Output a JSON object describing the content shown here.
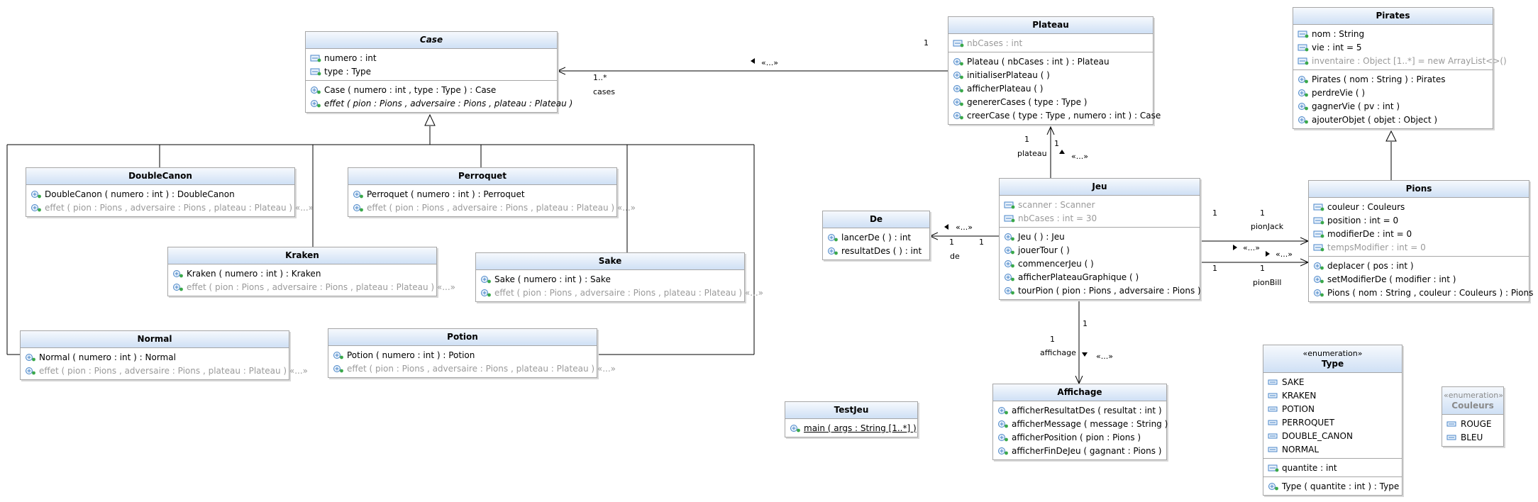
{
  "classes": {
    "case": {
      "name": "Case",
      "attrs": [
        {
          "text": "numero : int"
        },
        {
          "text": "type : Type"
        }
      ],
      "ops": [
        {
          "text": "Case ( numero : int , type : Type ) :  Case"
        },
        {
          "text": "effet ( pion : Pions , adversaire : Pions , plateau : Plateau )",
          "italic": true
        }
      ]
    },
    "plateau": {
      "name": "Plateau",
      "attrs": [
        {
          "text": "nbCases : int",
          "gray": true
        }
      ],
      "ops": [
        {
          "text": "Plateau ( nbCases : int ) :  Plateau"
        },
        {
          "text": "initialiserPlateau ( )"
        },
        {
          "text": "afficherPlateau ( )"
        },
        {
          "text": "genererCases ( type : Type )"
        },
        {
          "text": "creerCase ( type : Type , numero : int ) :  Case"
        }
      ]
    },
    "pirates": {
      "name": "Pirates",
      "attrs": [
        {
          "text": "nom : String"
        },
        {
          "text": "vie : int = 5"
        },
        {
          "text": "inventaire : Object [1..*] = new ArrayList<>()",
          "gray": true
        }
      ],
      "ops": [
        {
          "text": "Pirates ( nom : String ) :  Pirates"
        },
        {
          "text": "perdreVie ( )"
        },
        {
          "text": "gagnerVie ( pv : int )"
        },
        {
          "text": "ajouterObjet ( objet : Object )"
        }
      ]
    },
    "doublecanon": {
      "name": "DoubleCanon",
      "ops": [
        {
          "text": "DoubleCanon ( numero : int ) :  DoubleCanon"
        },
        {
          "text": "effet ( pion : Pions , adversaire : Pions , plateau : Plateau )  «...»",
          "gray": true
        }
      ]
    },
    "perroquet": {
      "name": "Perroquet",
      "ops": [
        {
          "text": "Perroquet ( numero : int ) :  Perroquet"
        },
        {
          "text": "effet ( pion : Pions , adversaire : Pions , plateau : Plateau )  «...»",
          "gray": true
        }
      ]
    },
    "kraken": {
      "name": "Kraken",
      "ops": [
        {
          "text": "Kraken ( numero : int ) :  Kraken"
        },
        {
          "text": "effet ( pion : Pions , adversaire : Pions , plateau : Plateau )  «...»",
          "gray": true
        }
      ]
    },
    "sake": {
      "name": "Sake",
      "ops": [
        {
          "text": "Sake ( numero : int ) :  Sake"
        },
        {
          "text": "effet ( pion : Pions , adversaire : Pions , plateau : Plateau )  «...»",
          "gray": true
        }
      ]
    },
    "normal": {
      "name": "Normal",
      "ops": [
        {
          "text": "Normal ( numero : int ) :  Normal"
        },
        {
          "text": "effet ( pion : Pions , adversaire : Pions , plateau : Plateau )  «...»",
          "gray": true
        }
      ]
    },
    "potion": {
      "name": "Potion",
      "ops": [
        {
          "text": "Potion ( numero : int ) :  Potion"
        },
        {
          "text": "effet ( pion : Pions , adversaire : Pions , plateau : Plateau )  «...»",
          "gray": true
        }
      ]
    },
    "de": {
      "name": "De",
      "ops": [
        {
          "text": "lancerDe ( ) :  int"
        },
        {
          "text": "resultatDes ( ) :  int"
        }
      ]
    },
    "jeu": {
      "name": "Jeu",
      "attrs": [
        {
          "text": "scanner : Scanner",
          "gray": true
        },
        {
          "text": "nbCases : int = 30",
          "gray": true
        }
      ],
      "ops": [
        {
          "text": "Jeu ( ) :  Jeu"
        },
        {
          "text": "jouerTour ( )"
        },
        {
          "text": "commencerJeu ( )"
        },
        {
          "text": "afficherPlateauGraphique ( )"
        },
        {
          "text": "tourPion ( pion : Pions , adversaire : Pions )"
        }
      ]
    },
    "pions": {
      "name": "Pions",
      "attrs": [
        {
          "text": "couleur : Couleurs"
        },
        {
          "text": "position : int = 0"
        },
        {
          "text": "modifierDe : int = 0"
        },
        {
          "text": "tempsModifier : int = 0",
          "gray": true
        }
      ],
      "ops": [
        {
          "text": "deplacer ( pos : int )"
        },
        {
          "text": "setModifierDe ( modifier : int )"
        },
        {
          "text": "Pions ( nom : String , couleur : Couleurs ) :  Pions"
        }
      ]
    },
    "affichage": {
      "name": "Affichage",
      "ops": [
        {
          "text": "afficherResultatDes ( resultat : int )"
        },
        {
          "text": "afficherMessage ( message : String )"
        },
        {
          "text": "afficherPosition ( pion : Pions )"
        },
        {
          "text": "afficherFinDeJeu ( gagnant : Pions )"
        }
      ]
    },
    "testjeu": {
      "name": "TestJeu",
      "ops": [
        {
          "text": "main ( args : String [1..*] )",
          "underline": true
        }
      ]
    },
    "type": {
      "name": "Type",
      "stereotype": "«enumeration»",
      "literals": [
        "SAKE",
        "KRAKEN",
        "POTION",
        "PERROQUET",
        "DOUBLE_CANON",
        "NORMAL"
      ],
      "attrs": [
        {
          "text": "quantite : int"
        }
      ],
      "ops": [
        {
          "text": "Type ( quantite : int ) :  Type"
        }
      ]
    },
    "couleurs": {
      "name": "Couleurs",
      "stereotype": "«enumeration»",
      "literals": [
        "ROUGE",
        "BLEU"
      ]
    }
  },
  "labels": {
    "plateau_cases_mult_plateau": "1",
    "plateau_cases_mult_case": "1..*",
    "plateau_cases_role": "cases",
    "plateau_cases_stereo": "«...»",
    "jeu_plateau_mult_a": "1",
    "jeu_plateau_mult_b": "1",
    "jeu_plateau_role": "plateau",
    "jeu_plateau_stereo": "«...»",
    "jeu_de_mult_a": "1",
    "jeu_de_mult_b": "1",
    "jeu_de_role": "de",
    "jeu_de_stereo": "«...»",
    "jeu_pionjack_mult_a": "1",
    "jeu_pionjack_mult_b": "1",
    "jeu_pionjack_role": "pionJack",
    "jeu_pionjack_stereo": "«...»",
    "jeu_pionbill_mult_a": "1",
    "jeu_pionbill_mult_b": "1",
    "jeu_pionbill_role": "pionBill",
    "jeu_pionbill_stereo": "«...»",
    "jeu_affichage_mult_a": "1",
    "jeu_affichage_mult_b": "1",
    "jeu_affichage_role": "affichage",
    "jeu_affichage_stereo": "«...»"
  },
  "colors": {
    "header_top": "#f6f9fd",
    "header_bottom": "#cfe0f5",
    "border": "#a6a6a6",
    "inactive_text": "#9a9a9a",
    "icon_blue": "#4a86c8",
    "icon_green": "#3aa84a"
  }
}
